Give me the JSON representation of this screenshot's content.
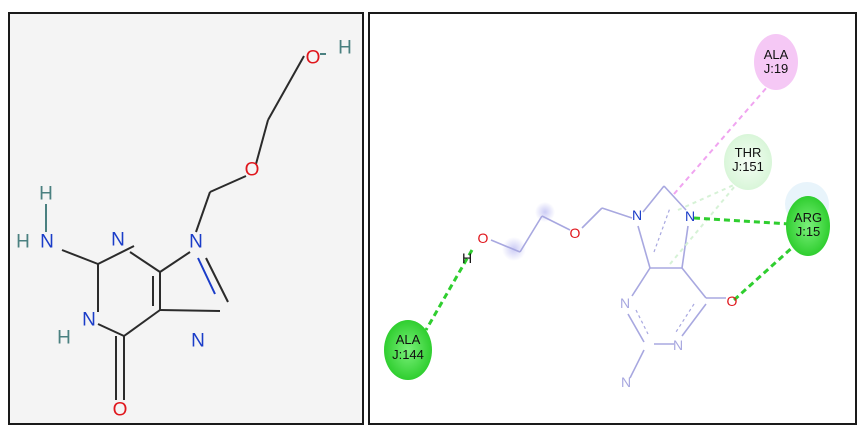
{
  "left": {
    "atoms": {
      "h_top": "H",
      "o_top": "O",
      "o_mid": "O",
      "n9": "N",
      "n3": "N",
      "n7": "N",
      "n1": "N",
      "h_amino_top": "H",
      "n_amino": "N",
      "h_amino_left": "H",
      "h_n1": "H",
      "o_carbonyl": "O"
    }
  },
  "right": {
    "atoms": {
      "h_hydroxyl": "H",
      "o_hydroxyl": "O",
      "o_ether": "O",
      "n9": "N",
      "n7": "N",
      "o_carbonyl": "O",
      "n3": "N",
      "n1": "N",
      "n_amino": "N"
    },
    "residues": [
      {
        "line1": "ALA",
        "line2": "J:19"
      },
      {
        "line1": "THR",
        "line2": "J:151"
      },
      {
        "line1": "ARG",
        "line2": "J:15"
      },
      {
        "line1": "ALA",
        "line2": "J:144"
      }
    ]
  },
  "colors": {
    "carbon_bond": "#2b2b2b",
    "oxygen": "#e0161c",
    "nitrogen": "#1a3cc8",
    "hydrogen": "#4a8080",
    "hbond": "#2fce2f",
    "residue_green": "#3fdc3f",
    "residue_pink": "#f5c8f5",
    "residue_pale_green": "#e3f8e3",
    "ligand_faint": "#a8a8e0"
  }
}
